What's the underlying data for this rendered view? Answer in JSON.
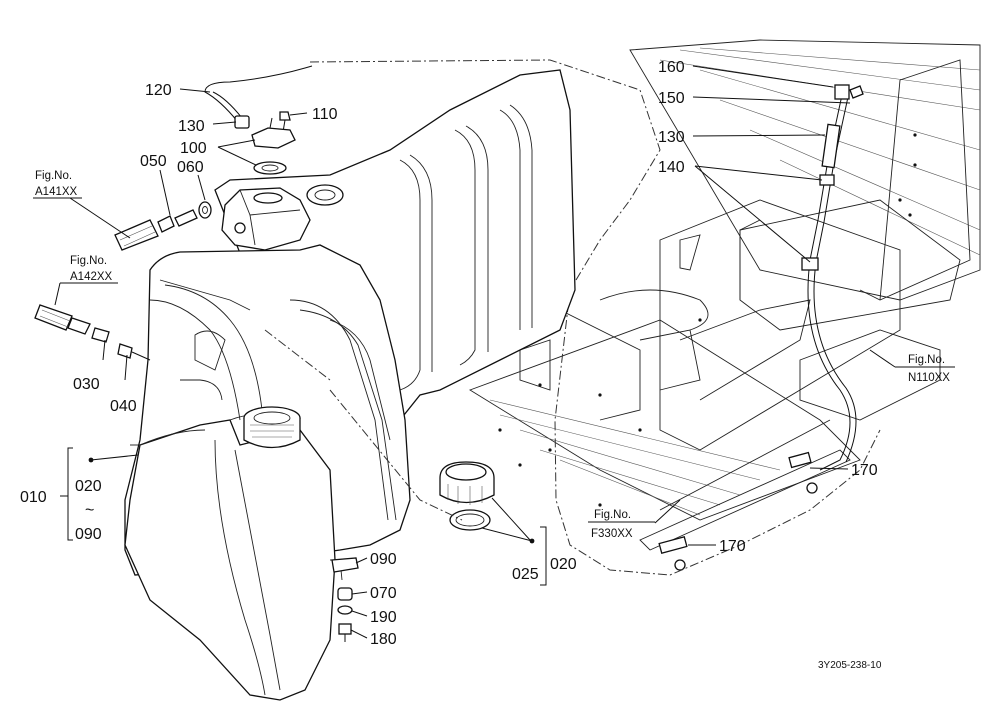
{
  "callouts": {
    "c120": "120",
    "c130a": "130",
    "c110": "110",
    "c100": "100",
    "c050": "050",
    "c060": "060",
    "c030": "030",
    "c040": "040",
    "c010": "010",
    "c020a": "020",
    "tilde": "~",
    "c090a": "090",
    "c090b": "090",
    "c070": "070",
    "c190": "190",
    "c180": "180",
    "c025": "025",
    "c020b": "020",
    "c160": "160",
    "c150": "150",
    "c130b": "130",
    "c140": "140",
    "c170a": "170",
    "c170b": "170"
  },
  "figure_refs": {
    "a141_title": "Fig.No.",
    "a141_code": "A141XX",
    "a142_title": "Fig.No.",
    "a142_code": "A142XX",
    "n110_title": "Fig.No.",
    "n110_code": "N110XX",
    "f330_title": "Fig.No.",
    "f330_code": "F330XX"
  },
  "drawing_code": "3Y205-238-10"
}
